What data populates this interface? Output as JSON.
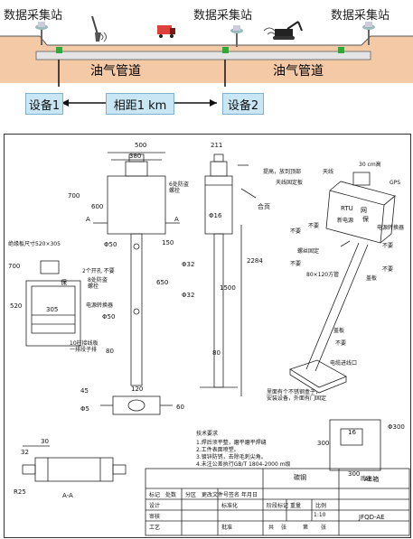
{
  "top": {
    "stations": [
      "数据采集站",
      "数据采集站",
      "数据采集站"
    ],
    "pipe_labels": [
      "油气管道",
      "油气管道"
    ],
    "device_labels": [
      "设备1",
      "设备2"
    ],
    "distance_label": "相距1 km"
  },
  "drawing": {
    "front_dims": {
      "w500": "500",
      "w380": "380",
      "h700": "700",
      "h600": "600",
      "bolts": "6处防盗\n螺栓",
      "phi50a": "Φ50",
      "d150": "150",
      "d650": "650",
      "phi32a": "Φ32",
      "d80": "80",
      "d120": "120",
      "phi5": "Φ5",
      "d45": "45",
      "d60": "60",
      "phi32b": "Φ32",
      "A": "A"
    },
    "side_dims": {
      "d211": "211",
      "phi16": "Φ16",
      "hinge": "合页",
      "d1500": "1500",
      "d2284": "2284",
      "d80": "80"
    },
    "box_notes": {
      "insulating": "绝缘板尺寸520×305",
      "d700": "700",
      "d520": "520",
      "d305": "305",
      "openings": "2个开孔 不要",
      "bolts8": "8处防盗\n螺栓",
      "phi50": "Φ50",
      "converter": "电源转换器",
      "terminal": "10柱接线板\n一排段子排",
      "panel_text": "保"
    },
    "iso_notes": {
      "d30": "30 cm高",
      "antenna": "天线",
      "raise": "提高，放到顶部",
      "antenna_plate": "天线固定板",
      "gps": "GPS",
      "rtu": "RTU",
      "net": "网",
      "protect": "保",
      "power": "新电源",
      "no1": "不要",
      "power_conv": "电源转换器",
      "bolt_cover": "螺丝固定",
      "no2": "不要",
      "tube": "80×120方管",
      "cover": "盖板",
      "no3": "不要",
      "cover2": "盖板",
      "no4": "不要",
      "cable": "电缆进线口",
      "inside": "里面有个不锈钢盒子，\n安装设备，外面有门固定",
      "phi300": "Φ300",
      "d300": "300",
      "d16": "16",
      "base": "底座",
      "d300b": "300",
      "no5": "不要",
      "no6": "不要"
    },
    "tech_req": {
      "title": "技术要求",
      "items": [
        "1.焊后须平整，磨平磨平焊缝",
        "2.工件表面喷塑。",
        "3.镀锌防锈，去除毛刺尖角。",
        "4.未注公差执行GB/T 1804-2000 m级"
      ]
    },
    "bottom_view": {
      "d32": "32",
      "d30": "30",
      "r25": "R25",
      "aa": "A-A"
    },
    "title_block": {
      "material": "碳钢",
      "part": "AE箱",
      "code": "JFQD-AE",
      "scale": "1:10",
      "cells": [
        "标记",
        "处数",
        "分区",
        "更改文件号",
        "签名",
        "年月日",
        "设计",
        "标准化",
        "阶段标记",
        "重量",
        "比例",
        "审核",
        "工艺",
        "批准",
        "共",
        "张",
        "第",
        "张"
      ]
    }
  }
}
